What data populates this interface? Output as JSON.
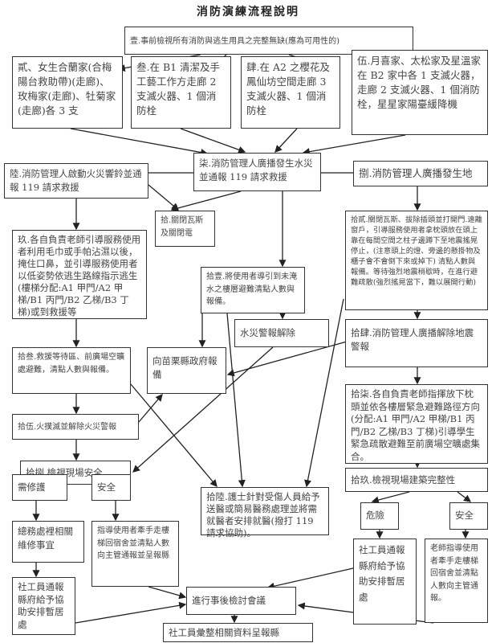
{
  "title": "消防演練流程說明",
  "nodes": {
    "step1": "壹.事前檢視所有消防與逃生用具之完整無缺(應為可用性的)",
    "step2": "貳、女生合蘭家(合梅陽台救助帶)(走廊)、玫梅家(走廊)、牡菊家(走廊)各 3 支",
    "step3": "叁.在 B1 清潔及手工藝工作方走廊 2 支滅火器、1 個消防栓",
    "step4": "肆.在 A2 之櫻花及鳳仙坊空間走廊 3 支滅火器、1 個消防栓",
    "step5": "伍.月喜家、太松家及星溫家在 B2 家中各 1 支滅火器，走廊 2 支滅火器、1 個消防栓，星星家陽臺緩降機",
    "step6": "陸.消防管理人啟動火災響鈴並通報 119 請求救援",
    "step7": "柒.消防管理人廣播發生水災並通報 119 請求救援",
    "step8": "捌.消防管理人廣播發生地",
    "step9": "玖.各自負責老師引導服務使用者利用毛巾或手帕沾濕以後，掩住口鼻，並引導服務使用者以低姿勢依逃生路線指示逃生(樓梯分配:A1 甲門/A2 甲梯/B1 丙門/B2 乙梯/B3 丁梯)或到救援等",
    "step10": "拾.關閉瓦斯及關閉電",
    "step11": "拾壹.將使用者導引到未淹水之樓層避難清點人數與報備。",
    "step12": "拾貳.關閉瓦斯、拔除插頭並打開門.遠離窗戶，引導服務使用者拿枕頭放在頭上靠在每間空間之柱子邊蹲下至地震搖晃停止，(注意頭上的燈、旁邊的懸掛物及櫃子會不會倒下來或掉下) 清點人數與報備。等待強烈地震稍歇時，在進行避難疏散(強烈搖晃當下，難以展開行動)",
    "flood_clear": "水災警報解除",
    "step13": "拾叁.救援等待區、前廣場空曠處避難，清點人數與報備。",
    "report_gov": "向苗栗縣政府報備",
    "step14": "拾肆.消防管理人廣播解除地震警報",
    "step15": "拾伍.火撲滅並解除火災警報",
    "step16": "拾陸.護士針對受傷人員給予送醫或簡易醫務處理並將需就醫者安排就醫(撥打 119 請求協助)。",
    "step17": "拾柒.各自負責老師指揮放下枕頭並依各樓層緊急避難路徑方向(分配:A1 甲門/A2 甲梯/B1 丙門/B2 乙梯/B3 丁梯)引導學生緊急疏散避難至前廣場空曠處集合。",
    "step18": "拾捌.檢視現場安全",
    "step19": "拾玖.檢視現場建築完整性",
    "need_repair": "需修護",
    "safe_left": "安全",
    "danger": "危險",
    "safe_right": "安全",
    "admin_repair": "總務處裡相關維修事宜",
    "guide_left": "指導使用者牽手走樓梯回宿舍並清點人數向主管通報並呈報縣",
    "social_right": "社工員通報縣府給予協助安排暫居處",
    "teacher_right": "老師指導使用者牽手走樓梯回宿舍並清點人數向主管通報。",
    "social_left": "社工員通報縣府給予協助安排暫居處",
    "review_meeting": "進行事後檢討會議",
    "final_report": "社工員彙整相關資料呈報縣"
  }
}
